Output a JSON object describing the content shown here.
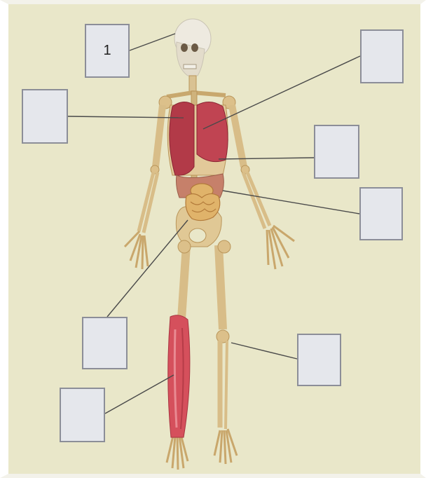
{
  "labels": [
    {
      "id": "box-1",
      "text": "1"
    },
    {
      "id": "box-2",
      "text": ""
    },
    {
      "id": "box-3",
      "text": ""
    },
    {
      "id": "box-4",
      "text": ""
    },
    {
      "id": "box-5",
      "text": ""
    },
    {
      "id": "box-6",
      "text": ""
    },
    {
      "id": "box-7",
      "text": ""
    },
    {
      "id": "box-8",
      "text": ""
    }
  ],
  "colors": {
    "paper": "#e9e7c9",
    "bone": "#dcc08a",
    "organ": "#b23a48",
    "muscle": "#d5505c",
    "intestine": "#e0b36a",
    "box_fill": "#e5e7ec",
    "box_border": "#8c8e98",
    "leader_line": "#4a4a4a"
  }
}
